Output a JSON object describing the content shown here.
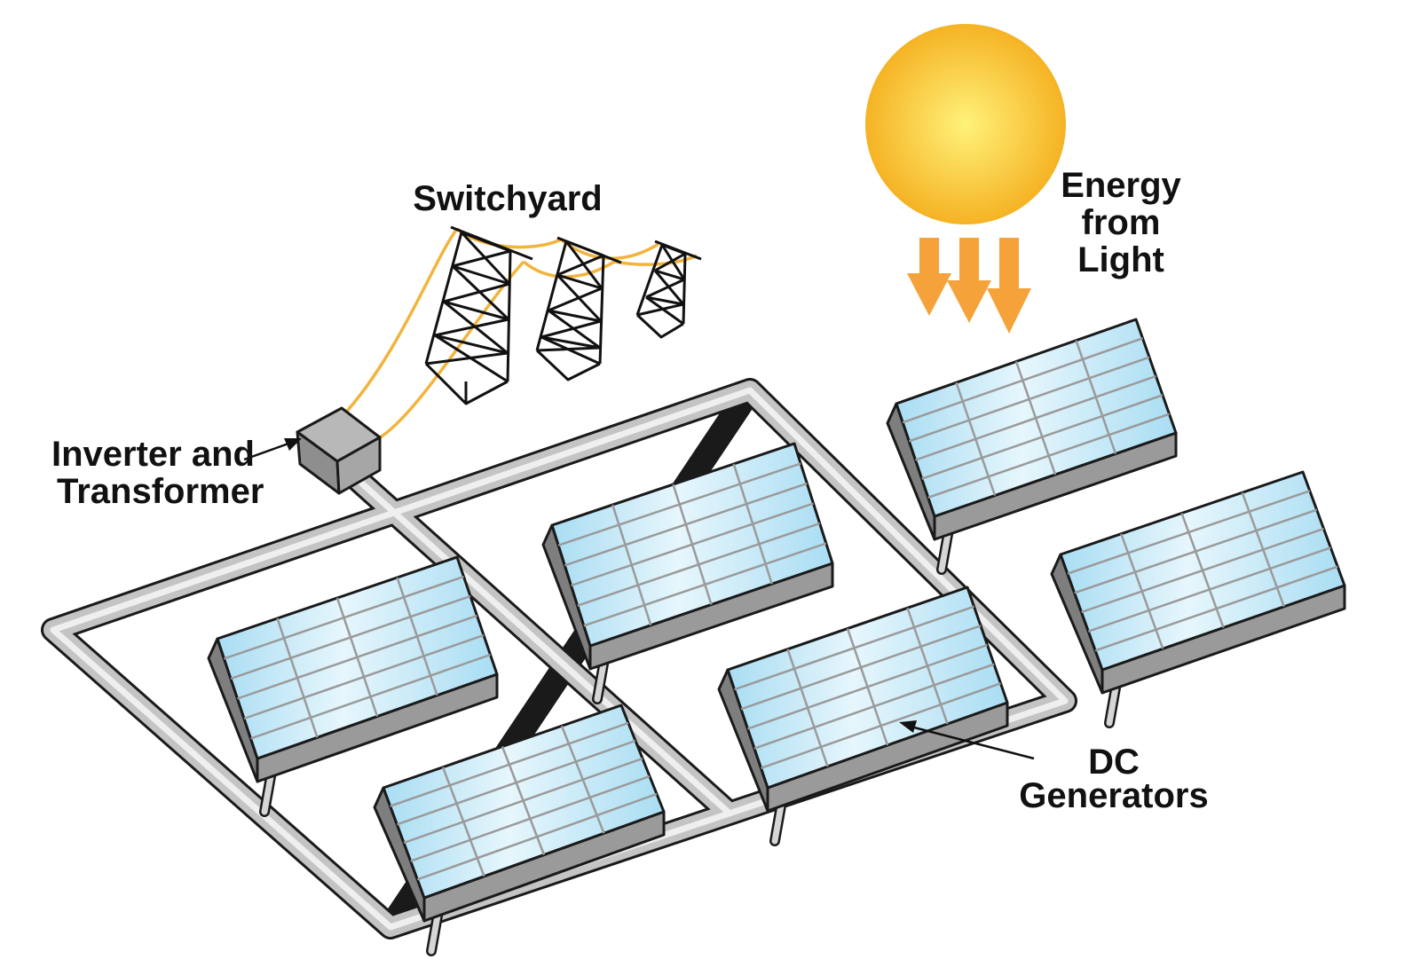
{
  "labels": {
    "switchyard": "Switchyard",
    "energy_line1": "Energy",
    "energy_line2": "from",
    "energy_line3": "Light",
    "inverter_line1": "Inverter and",
    "inverter_line2": "Transformer",
    "dc_line1": "DC",
    "dc_line2": "Generators"
  },
  "colors": {
    "sun_center": "#FFF27A",
    "sun_edge": "#F5B324",
    "arrow": "#F5A23A",
    "wire": "#F2B43C",
    "panel_light": "#E6F6FC",
    "panel_dark": "#A9DDF3",
    "panel_frame": "#9A9A9A",
    "pipe": "#BDBDBD",
    "outline": "#1A1A1A"
  },
  "icons": [
    "sun-icon",
    "transmission-tower-icon",
    "inverter-box-icon",
    "solar-panel-icon"
  ]
}
